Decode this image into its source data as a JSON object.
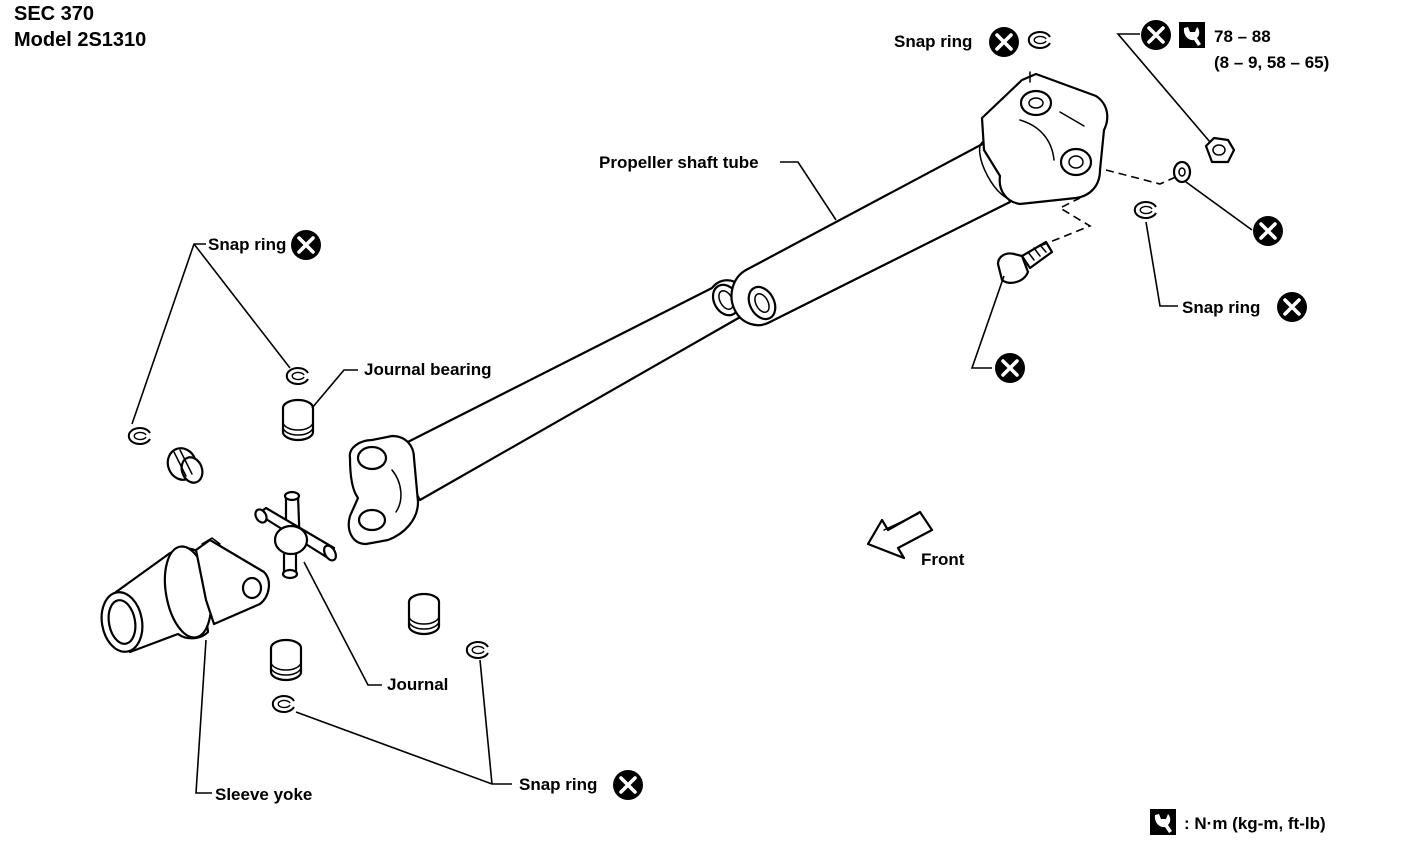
{
  "header": {
    "section": "SEC 370",
    "model": "Model 2S1310"
  },
  "labels": {
    "snap_ring": "Snap ring",
    "journal_bearing": "Journal bearing",
    "journal": "Journal",
    "sleeve_yoke": "Sleeve yoke",
    "propeller_shaft_tube": "Propeller shaft tube",
    "front": "Front"
  },
  "torque": {
    "nm": "78 – 88",
    "alt_units": "(8 – 9, 58 – 65)"
  },
  "legend": {
    "units": ": N·m (kg-m, ft-lb)"
  },
  "icons": {
    "replace": "do-not-reuse-icon",
    "torque": "torque-wrench-icon"
  }
}
